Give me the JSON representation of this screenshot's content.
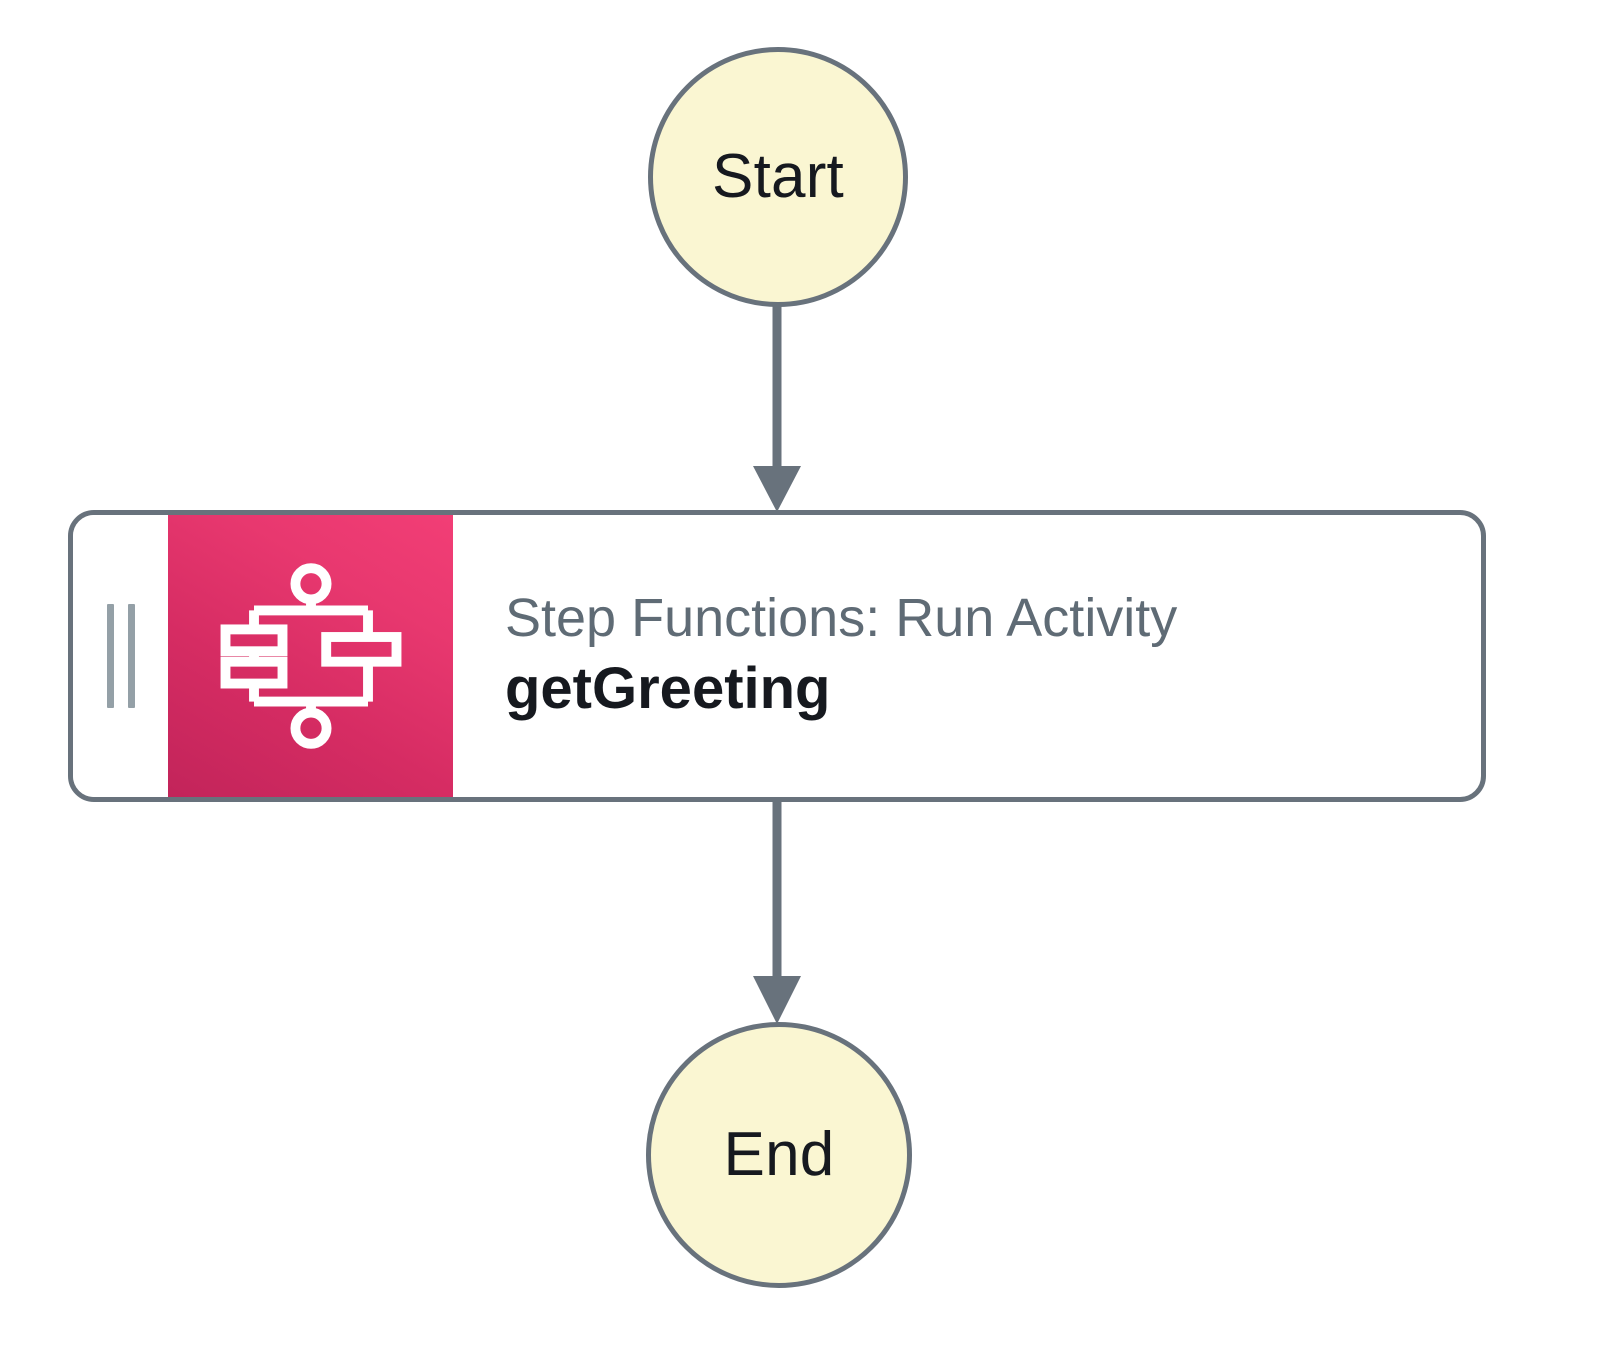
{
  "diagram": {
    "type": "workflow-graph",
    "background_color": "#ffffff",
    "nodes": [
      {
        "id": "start",
        "kind": "terminal",
        "label": "Start",
        "shape": "circle",
        "fill_color": "#FAF6D2",
        "border_color": "#68727C",
        "text_color": "#16191F"
      },
      {
        "id": "task",
        "kind": "task-card",
        "subtitle": "Step Functions: Run Activity",
        "title": "getGreeting",
        "icon": "step-functions-icon",
        "icon_band_color_start": "#C2245A",
        "icon_band_color_end": "#F23E76",
        "border_color": "#68727C",
        "subtitle_color": "#5F6B75",
        "title_color": "#16191F",
        "handle_color": "#94A0A7"
      },
      {
        "id": "end",
        "kind": "terminal",
        "label": "End",
        "shape": "circle",
        "fill_color": "#FAF6D2",
        "border_color": "#68727C",
        "text_color": "#16191F"
      }
    ],
    "edges": [
      {
        "id": "edge-start-task",
        "from": "start",
        "to": "task",
        "style": "solid-arrow",
        "color": "#68727C"
      },
      {
        "id": "edge-task-end",
        "from": "task",
        "to": "end",
        "style": "solid-arrow",
        "color": "#68727C"
      }
    ]
  }
}
